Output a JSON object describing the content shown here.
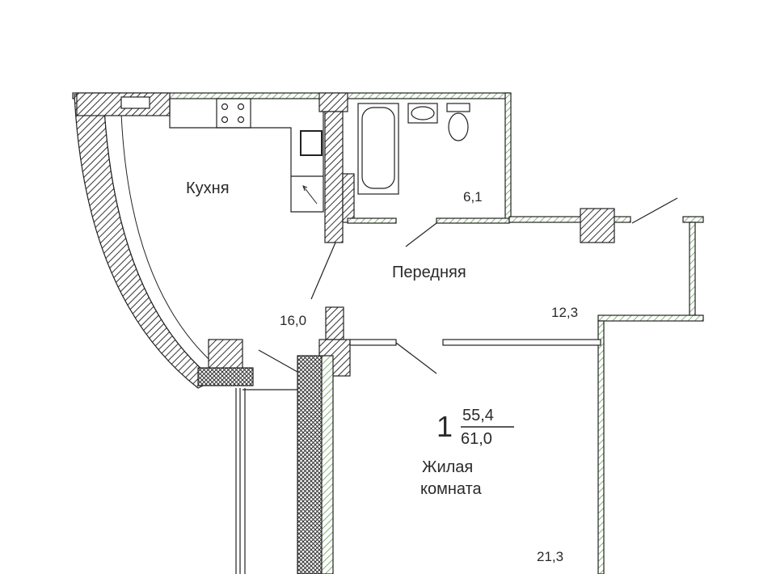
{
  "rooms": {
    "kitchen": {
      "name": "Кухня",
      "area": "16,0"
    },
    "bathroom": {
      "area": "6,1"
    },
    "hall": {
      "name": "Передняя",
      "area": "12,3"
    },
    "living": {
      "name_line1": "Жилая",
      "name_line2": "комната",
      "area": "21,3"
    }
  },
  "apartment": {
    "rooms_count": "1",
    "living_area": "55,4",
    "total_area": "61,0"
  },
  "colors": {
    "wall_hatch": "#333333",
    "partition_hatch": "#5a9a4a",
    "line": "#222222"
  }
}
